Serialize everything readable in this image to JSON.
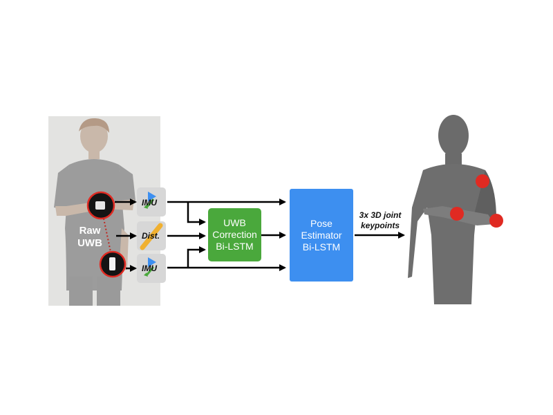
{
  "input": {
    "raw_label_line1": "Raw",
    "raw_label_line2": "UWB"
  },
  "sensors": {
    "imu_top": "IMU",
    "dist": "Dist.",
    "imu_bottom": "IMU"
  },
  "blocks": {
    "uwb_correction": {
      "line1": "UWB",
      "line2": "Correction",
      "line3": "Bi-LSTM",
      "color": "#4aa83c"
    },
    "pose_estimator": {
      "line1": "Pose",
      "line2": "Estimator",
      "line3": "Bi-LSTM",
      "color": "#3d8ff0"
    }
  },
  "output": {
    "line1": "3x 3D joint",
    "line2": "keypoints",
    "keypoint_color": "#e02a22"
  }
}
